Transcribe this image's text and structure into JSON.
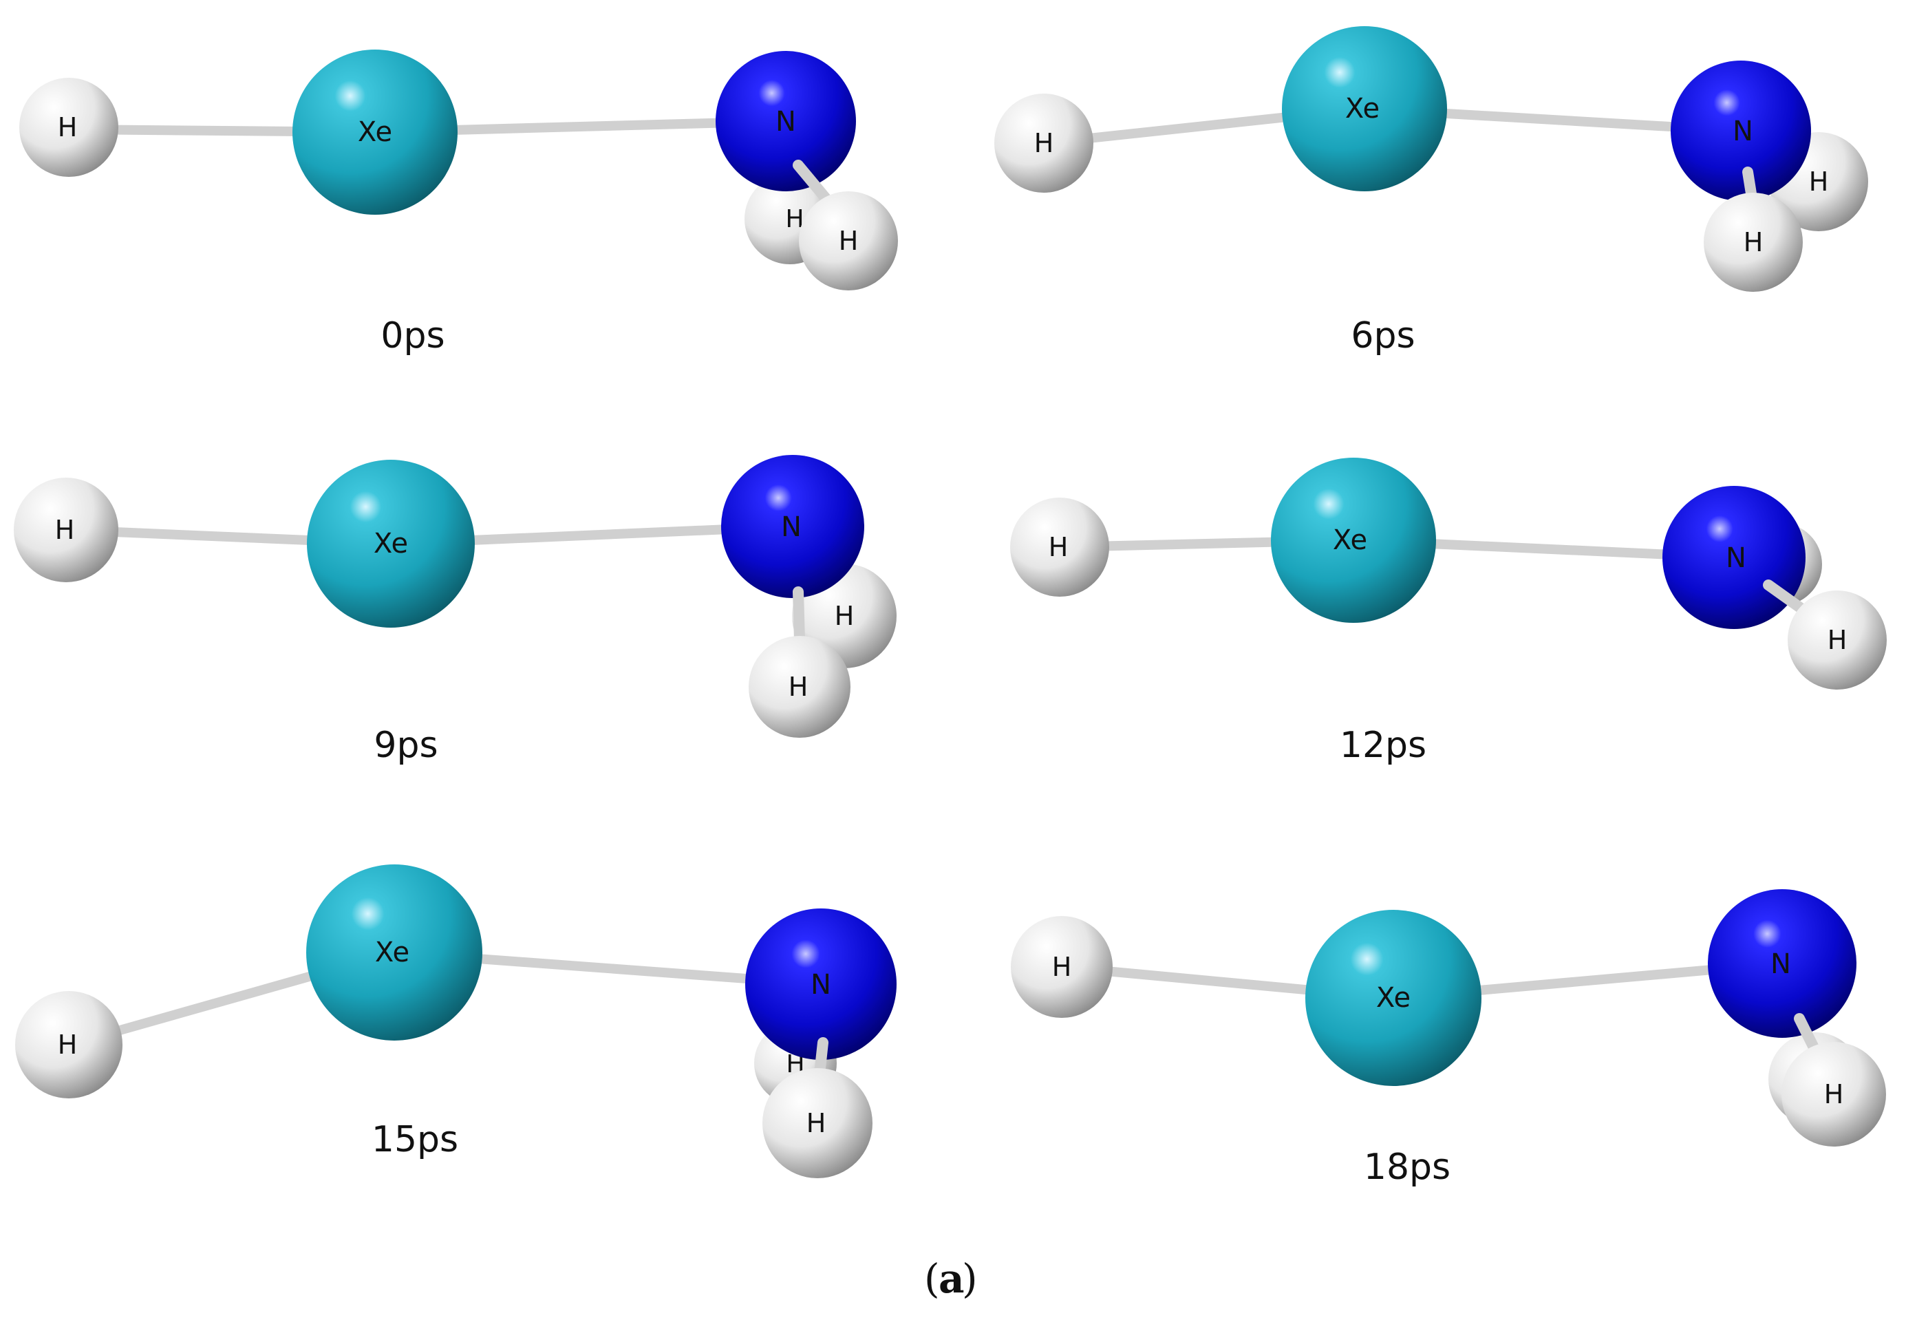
{
  "figure": {
    "caption": {
      "open": "(",
      "letter": "a",
      "close": ")"
    },
    "atom_colors": {
      "H": "#e8e8e8",
      "Xe": "#1fa9bf",
      "N": "#1010d8",
      "bond": "#d8d8d8"
    },
    "frames": [
      {
        "time": "0ps",
        "atoms": [
          "H",
          "Xe",
          "N",
          "H",
          "H"
        ]
      },
      {
        "time": "6ps",
        "atoms": [
          "H",
          "Xe",
          "N",
          "H",
          "H"
        ]
      },
      {
        "time": "9ps",
        "atoms": [
          "H",
          "Xe",
          "N",
          "H",
          "H"
        ]
      },
      {
        "time": "12ps",
        "atoms": [
          "H",
          "Xe",
          "N",
          "H",
          "H"
        ]
      },
      {
        "time": "15ps",
        "atoms": [
          "H",
          "Xe",
          "N",
          "H",
          "H"
        ]
      },
      {
        "time": "18ps",
        "atoms": [
          "H",
          "Xe",
          "N",
          "H",
          "H"
        ]
      }
    ]
  }
}
